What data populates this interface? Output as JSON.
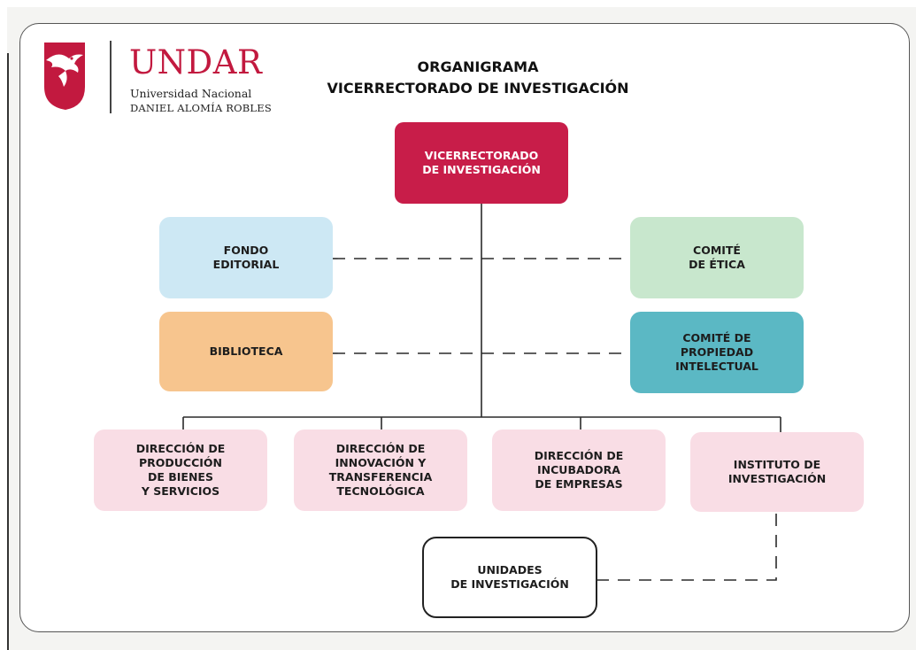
{
  "logo": {
    "name": "UNDAR",
    "line1": "Universidad Nacional",
    "line2": "DANIEL ALOMÍA ROBLES",
    "emblem": "condor-emblem"
  },
  "title": {
    "line1": "ORGANIGRAMA",
    "line2": "VICERRECTORADO DE INVESTIGACIÓN"
  },
  "nodes": {
    "vicerrectorado": "VICERRECTORADO\nDE INVESTIGACIÓN",
    "fondo_editorial": "FONDO\nEDITORIAL",
    "biblioteca": "BIBLIOTECA",
    "comite_etica": "COMITÉ\nDE ÉTICA",
    "comite_propiedad": "COMITÉ DE\nPROPIEDAD\nINTELECTUAL",
    "direccion_produccion": "DIRECCIÓN DE\nPRODUCCIÓN\nDE BIENES\nY SERVICIOS",
    "direccion_innovacion": "DIRECCIÓN DE\nINNOVACIÓN Y\nTRANSFERENCIA\nTECNOLÓGICA",
    "direccion_incubadora": "DIRECCIÓN DE\nINCUBADORA\nDE EMPRESAS",
    "instituto": "INSTITUTO DE\nINVESTIGACIÓN",
    "unidades": "UNIDADES\nDE INVESTIGACIÓN"
  },
  "colors": {
    "brand": "#c2193f",
    "vicerrectorado": "#c81d49",
    "fondo_editorial": "#cde8f4",
    "biblioteca": "#f7c58e",
    "comite_etica": "#c8e7cd",
    "comite_propiedad": "#5bb8c4",
    "direcciones": "#f9dde5",
    "unidades": "#ffffff"
  }
}
